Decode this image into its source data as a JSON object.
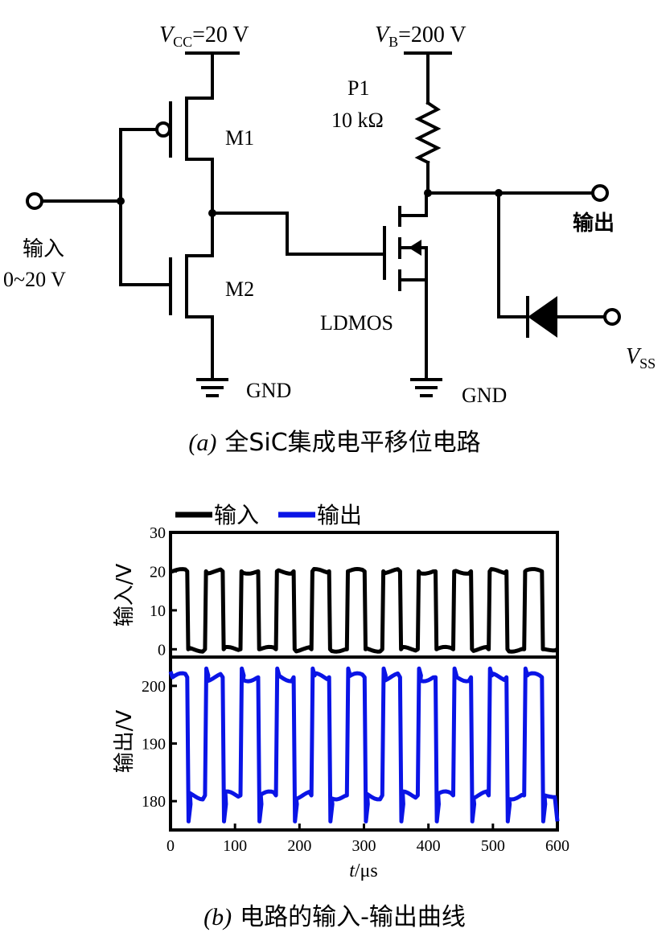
{
  "circuit": {
    "vcc_label": "V",
    "vcc_sub": "CC",
    "vcc_value": "=20 V",
    "vb_label": "V",
    "vb_sub": "B",
    "vb_value": "=200 V",
    "m1": "M1",
    "m2": "M2",
    "resistor_name": "P1",
    "resistor_value": "10 kΩ",
    "input_label": "输入",
    "input_range": "0~20 V",
    "output_label": "输出",
    "ldmos": "LDMOS",
    "vss_label": "V",
    "vss_sub": "SS",
    "gnd_left": "GND",
    "gnd_right": "GND"
  },
  "caption_a": {
    "letter": "(a)",
    "text": "全SiC集成电平移位电路"
  },
  "caption_b": {
    "letter": "(b)",
    "text": "电路的输入-输出曲线"
  },
  "chart_data": {
    "type": "line",
    "legend": {
      "placement": "top",
      "entries": [
        {
          "name": "输入",
          "color": "#000000"
        },
        {
          "name": "输出",
          "color": "#0a14e6"
        }
      ]
    },
    "x_axis": {
      "label": "t",
      "unit": "/μs",
      "range": [
        0,
        600
      ],
      "ticks": [
        0,
        100,
        200,
        300,
        400,
        500,
        600
      ]
    },
    "panels": [
      {
        "name": "输入",
        "ylabel": "输入/V",
        "ylim": [
          -2,
          30
        ],
        "yticks": [
          0,
          10,
          20,
          30
        ],
        "color": "#000000",
        "high": 20,
        "low": 0,
        "period": 55,
        "duty": 0.5,
        "first_fall": 27
      },
      {
        "name": "输出",
        "ylabel": "输出/V",
        "ylim": [
          175,
          205
        ],
        "yticks": [
          180,
          190,
          200
        ],
        "color": "#0a14e6",
        "high": 201.5,
        "low": 181,
        "undershoot": 176.5,
        "overshoot": 203,
        "period": 55,
        "duty": 0.5,
        "first_fall": 27
      }
    ]
  }
}
